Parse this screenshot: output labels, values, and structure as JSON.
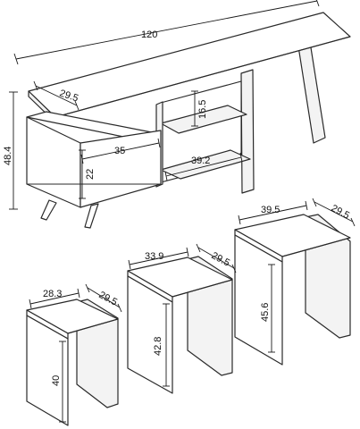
{
  "diagram": {
    "console": {
      "length": "120",
      "top_depth": "29.5",
      "height": "48.4",
      "shelf_gap": "16.5",
      "door_width": "35",
      "door_height": "22",
      "shelf_width": "39.2"
    },
    "table_small": {
      "width": "28.3",
      "depth": "29.5",
      "height": "40"
    },
    "table_medium": {
      "width": "33.9",
      "depth": "29.5",
      "height": "42.8"
    },
    "table_large": {
      "width": "39.5",
      "depth": "29.5",
      "height": "45.6"
    }
  }
}
